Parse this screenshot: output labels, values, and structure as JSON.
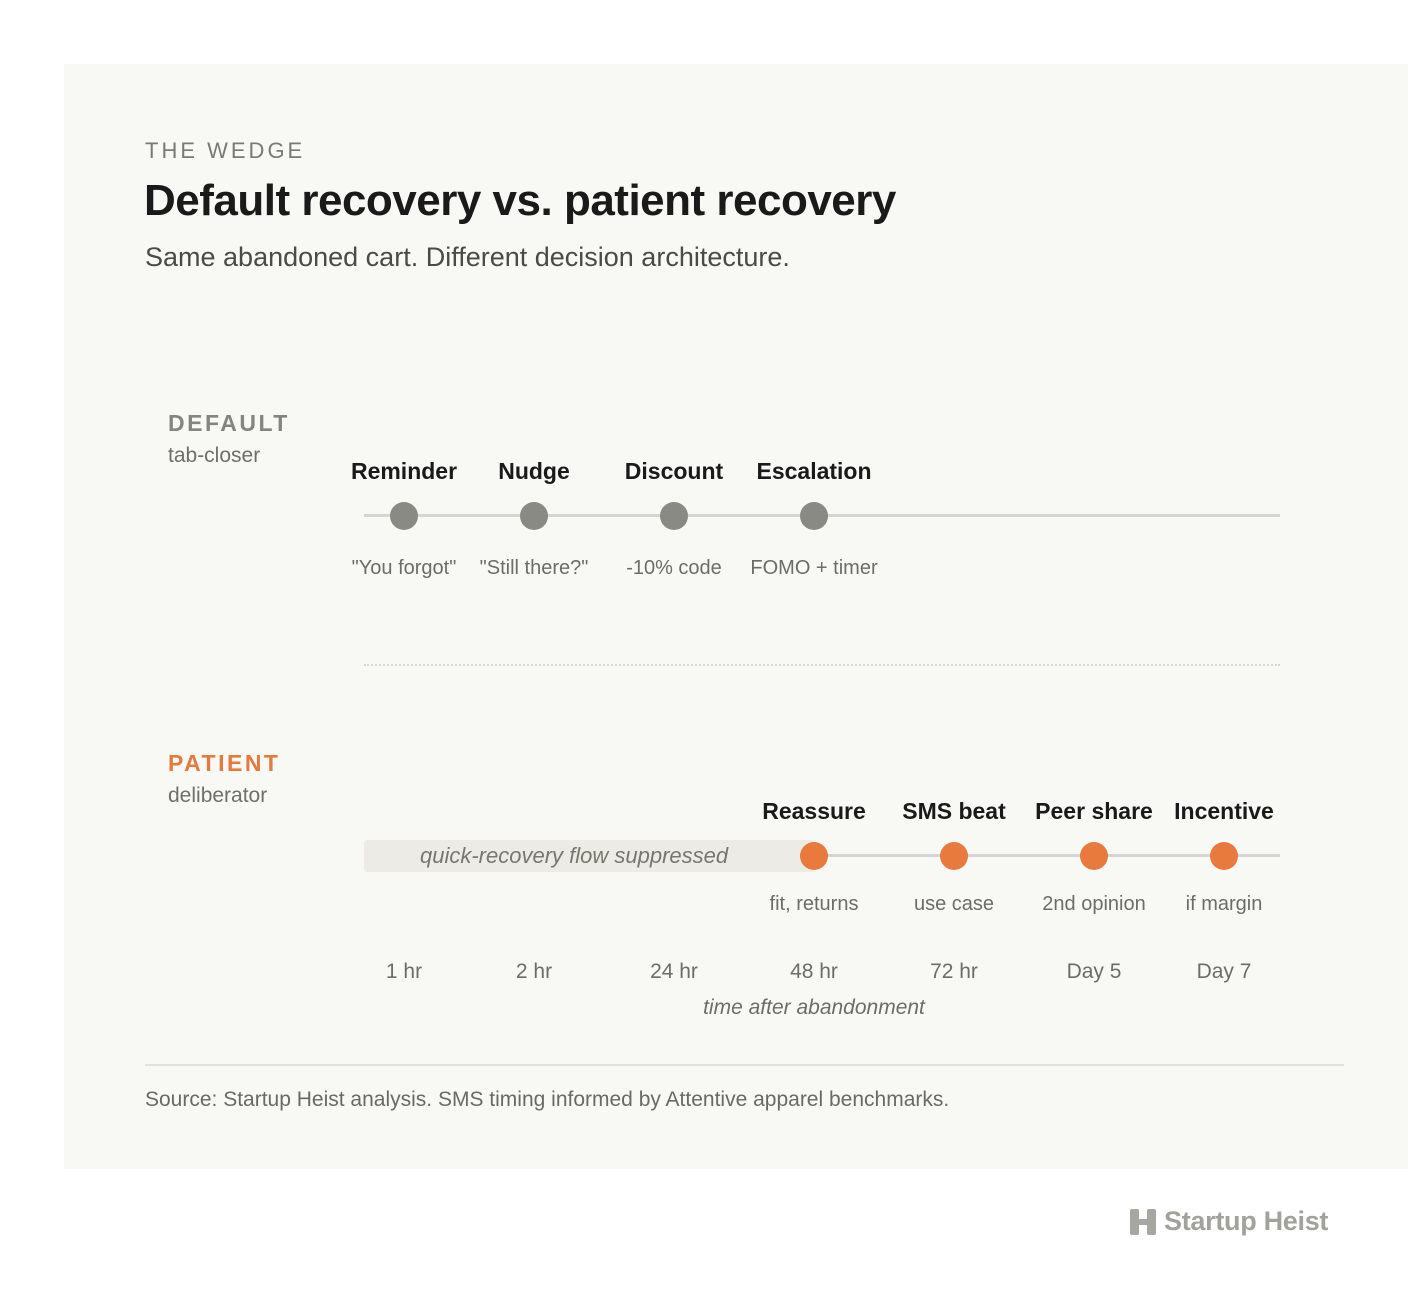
{
  "header": {
    "eyebrow": "THE WEDGE",
    "title": "Default recovery vs. patient recovery",
    "subtitle": "Same abandoned cart. Different decision architecture."
  },
  "rows": {
    "default": {
      "label": "DEFAULT",
      "sublabel": "tab-closer",
      "color": "#8a8a84",
      "steps": [
        {
          "title": "Reminder",
          "note": "\"You forgot\"",
          "time": "1 hr"
        },
        {
          "title": "Nudge",
          "note": "\"Still there?\"",
          "time": "2 hr"
        },
        {
          "title": "Discount",
          "note": "-10% code",
          "time": "24 hr"
        },
        {
          "title": "Escalation",
          "note": "FOMO + timer",
          "time": "48 hr"
        }
      ]
    },
    "patient": {
      "label": "PATIENT",
      "sublabel": "deliberator",
      "color": "#e77a3c",
      "suppressed_label": "quick-recovery flow suppressed",
      "steps": [
        {
          "title": "Reassure",
          "note": "fit, returns",
          "time": "48 hr"
        },
        {
          "title": "SMS beat",
          "note": "use case",
          "time": "72 hr"
        },
        {
          "title": "Peer share",
          "note": "2nd opinion",
          "time": "Day 5"
        },
        {
          "title": "Incentive",
          "note": "if margin",
          "time": "Day 7"
        }
      ]
    }
  },
  "axis": {
    "ticks": [
      "1 hr",
      "2 hr",
      "24 hr",
      "48 hr",
      "72 hr",
      "Day 5",
      "Day 7"
    ],
    "label": "time after abandonment"
  },
  "footer": {
    "source": "Source: Startup Heist analysis. SMS timing informed by Attentive apparel benchmarks.",
    "brand": "Startup Heist"
  }
}
